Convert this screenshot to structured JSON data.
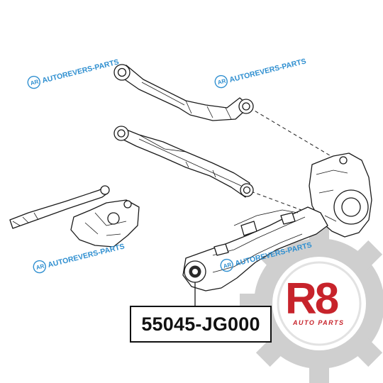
{
  "watermarks": [
    {
      "id": "wm1",
      "badge": "AR",
      "text": "AUTOREVERS-PARTS"
    },
    {
      "id": "wm2",
      "badge": "AR",
      "text": "AUTOREVERS-PARTS"
    },
    {
      "id": "wm3",
      "badge": "AR",
      "text": "AUTOREVERS-PARTS"
    },
    {
      "id": "wm4",
      "badge": "AR",
      "text": "AUTOREVERS-PARTS"
    }
  ],
  "logo": {
    "mark": "R8",
    "tagline": "AUTO PARTS"
  },
  "part_number": "55045-JG000",
  "colors": {
    "watermark": "#2f8fd0",
    "logo_red": "#c7232b",
    "logo_gray": "#c9c9c9",
    "line": "#1a1a1a"
  }
}
